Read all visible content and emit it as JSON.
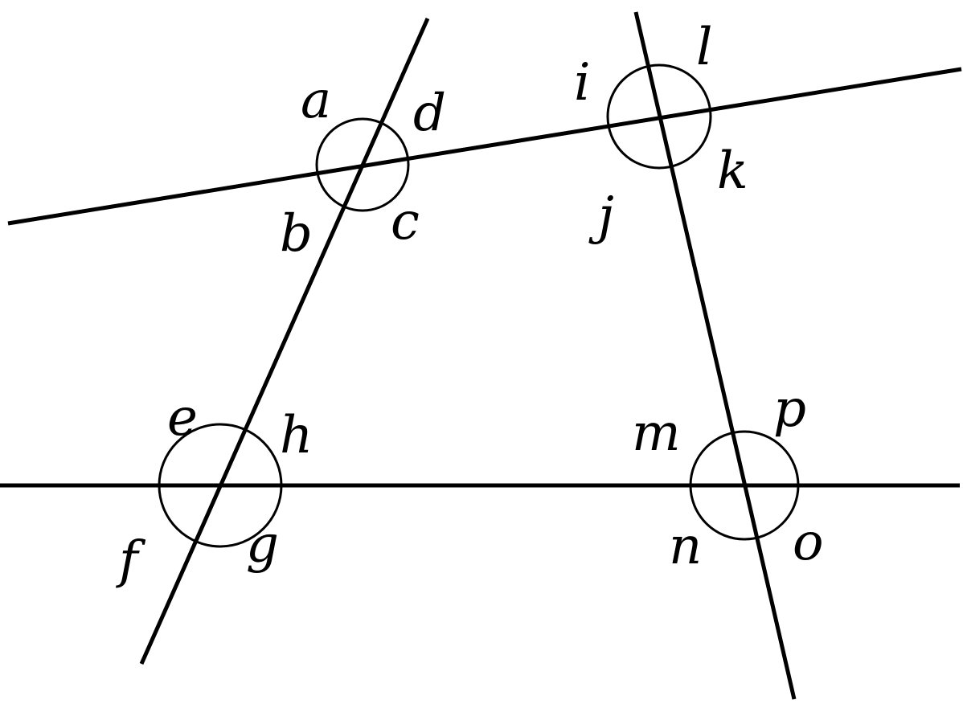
{
  "angle_labels": {
    "a": "a",
    "b": "b",
    "c": "c",
    "d": "d",
    "e": "e",
    "f": "f",
    "g": "g",
    "h": "h",
    "i": "i",
    "j": "j",
    "k": "k",
    "l": "l",
    "m": "m",
    "n": "n",
    "o": "o",
    "p": "p"
  },
  "colors": {
    "stroke": "#000000",
    "background": "#ffffff"
  }
}
